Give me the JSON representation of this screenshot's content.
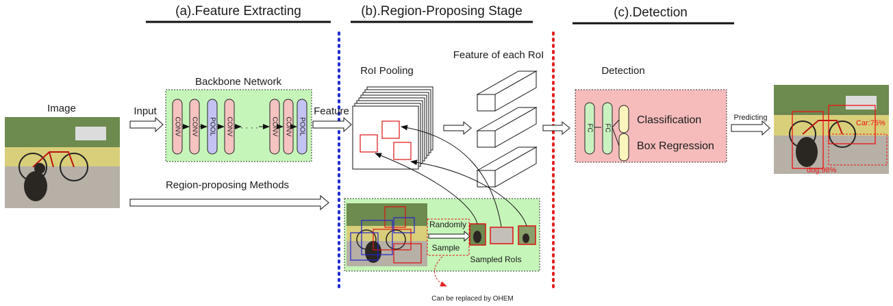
{
  "stages": {
    "a": "(a).Feature Extracting",
    "b": "(b).Region-Proposing Stage",
    "c": "(c).Detection"
  },
  "labels": {
    "image": "Image",
    "input": "Input",
    "feature": "Feature",
    "backbone": "Backbone Network",
    "roi_pooling": "RoI Pooling",
    "feature_each_roi": "Feature of each RoI",
    "detection": "Detection",
    "predicting": "Predicting",
    "region_methods": "Region-proposing Methods",
    "randomly": "Randomly",
    "sample": "Sample",
    "sampled_rois": "Sampled RoIs",
    "ohem_note": "Can be replaced by OHEM",
    "classification": "Classification",
    "box_regression": "Box Regression",
    "ellipsis": "· · · ·"
  },
  "backbone_layers": [
    "CONV",
    "CONV",
    "POOL",
    "CONV",
    "CONV",
    "CONV",
    "POOL"
  ],
  "fc_layers": [
    "FC",
    "FC"
  ],
  "predictions": {
    "car": "Car:75%",
    "dog": "dog:98%"
  },
  "colors": {
    "conv": "#f5c3c0",
    "pool": "#c3c3f3",
    "fc": "#c9f2c0",
    "backbone_panel": "#c6f5b9",
    "detection_panel": "#f6bcbc",
    "head_pill": "#fbf4bd",
    "divider_blue": "#1f2cd3",
    "divider_red": "#e22020",
    "box_red": "#e11",
    "box_blue": "#22c"
  }
}
